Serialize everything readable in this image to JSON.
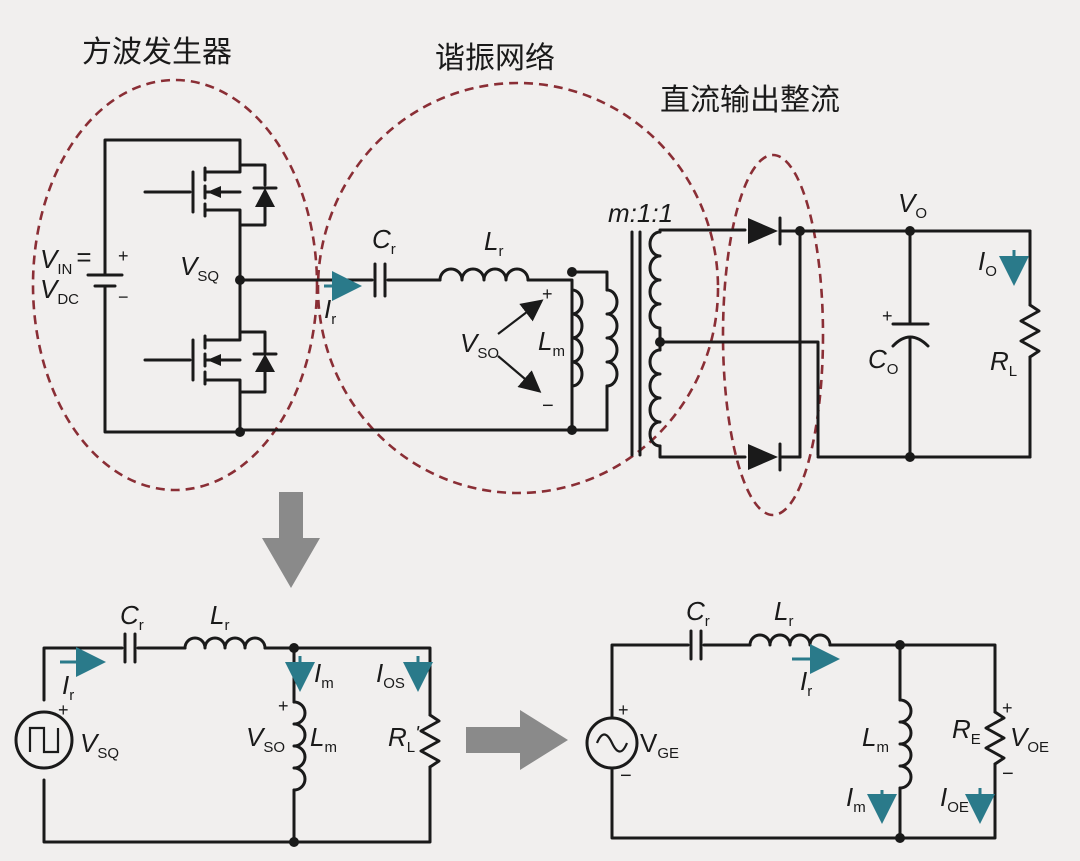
{
  "labels": {
    "square_wave_generator": "方波发生器",
    "resonant_network": "谐振网络",
    "dc_output_rectifier": "直流输出整流",
    "transformer_ratio": "m:1:1"
  },
  "top_circuit": {
    "vin": {
      "main": "V",
      "sub": "IN",
      "eq": "="
    },
    "vdc": {
      "main": "V",
      "sub": "DC"
    },
    "vsq": {
      "main": "V",
      "sub": "SQ"
    },
    "cr": {
      "main": "C",
      "sub": "r"
    },
    "lr": {
      "main": "L",
      "sub": "r"
    },
    "ir": {
      "main": "I",
      "sub": "r"
    },
    "vso": {
      "main": "V",
      "sub": "SO"
    },
    "lm": {
      "main": "L",
      "sub": "m"
    },
    "vo": {
      "main": "V",
      "sub": "O"
    },
    "io": {
      "main": "I",
      "sub": "O"
    },
    "co": {
      "main": "C",
      "sub": "O"
    },
    "rl": {
      "main": "R",
      "sub": "L"
    }
  },
  "left_circuit": {
    "cr": {
      "main": "C",
      "sub": "r"
    },
    "lr": {
      "main": "L",
      "sub": "r"
    },
    "ir": {
      "main": "I",
      "sub": "r"
    },
    "im": {
      "main": "I",
      "sub": "m"
    },
    "ios": {
      "main": "I",
      "sub": "OS"
    },
    "vsq": {
      "main": "V",
      "sub": "SQ"
    },
    "vso": {
      "main": "V",
      "sub": "SO"
    },
    "lm": {
      "main": "L",
      "sub": "m"
    },
    "rl": {
      "main": "R",
      "sub": "L",
      "prime": "'"
    }
  },
  "right_circuit": {
    "cr": {
      "main": "C",
      "sub": "r"
    },
    "lr": {
      "main": "L",
      "sub": "r"
    },
    "ir": {
      "main": "I",
      "sub": "r"
    },
    "vge": {
      "main": "V",
      "sub": "GE"
    },
    "lm": {
      "main": "L",
      "sub": "m"
    },
    "re": {
      "main": "R",
      "sub": "E"
    },
    "voe": {
      "main": "V",
      "sub": "OE"
    },
    "im": {
      "main": "I",
      "sub": "m"
    },
    "ioe": {
      "main": "I",
      "sub": "OE"
    }
  },
  "colors": {
    "wire": "#1a1a1a",
    "boundary": "#8a2e35",
    "current_arrow": "#2a7a8a",
    "big_arrow": "#8a8a8a"
  },
  "icons": [
    "mosfet-icon",
    "diode-icon",
    "dc-source-icon",
    "square-wave-source-icon",
    "sine-source-icon",
    "inductor-icon",
    "capacitor-icon",
    "resistor-icon",
    "transformer-icon",
    "down-arrow-icon",
    "right-arrow-icon"
  ]
}
